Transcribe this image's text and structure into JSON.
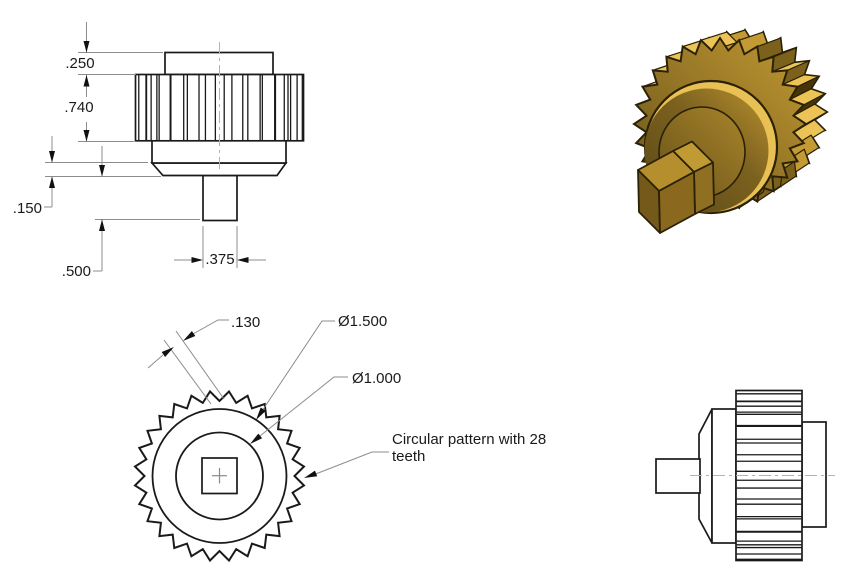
{
  "drawing": {
    "front_view": {
      "dim_cap_height": ".250",
      "dim_knurl_height": ".740",
      "dim_chamfer_height": ".150",
      "dim_stem_length": ".500",
      "dim_stem_width": ".375"
    },
    "bottom_view": {
      "dim_tooth_pitch": ".130",
      "dim_outer_diameter": "Ø1.500",
      "dim_inner_diameter": "Ø1.000",
      "note": "Circular pattern with 28 teeth",
      "teeth_count": 28
    },
    "colors": {
      "outline": "#1a1a1a",
      "dim_line": "#8c8c8c",
      "centerline": "#b3b3b3",
      "arrow": "#111111",
      "text": "#1a1a1a",
      "gold_bright": "#ECC357",
      "gold": "#C49A34",
      "gold_mid": "#9A7A24",
      "gold_dark": "#7C611C",
      "gold_deep": "#6B551A",
      "gold_shadow": "#463509",
      "iso_outline": "#2A2106"
    }
  }
}
